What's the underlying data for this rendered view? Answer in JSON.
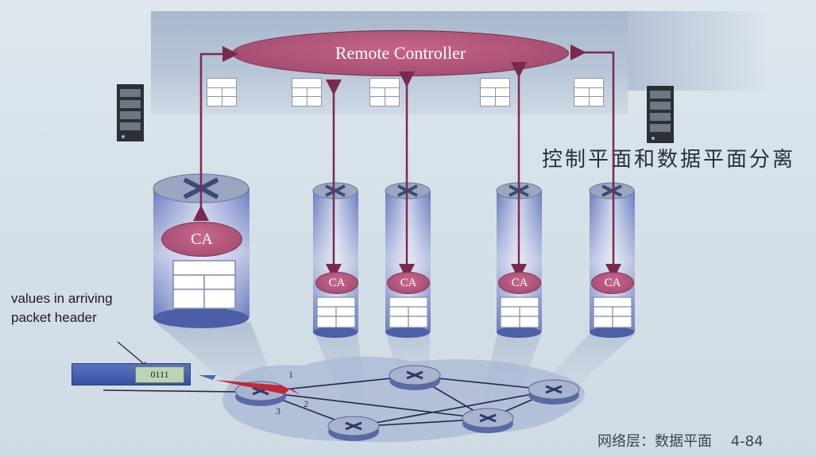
{
  "controller": {
    "label": "Remote Controller"
  },
  "agent_label": "CA",
  "caption": "控制平面和数据平面分离",
  "annotation": {
    "line1": "values in arriving",
    "line2": "packet header"
  },
  "packet": {
    "header_value": "0111"
  },
  "ports": {
    "p1": "1",
    "p2": "2",
    "p3": "3"
  },
  "footer": {
    "text": "网络层：数据平面",
    "page": "4-84"
  },
  "colors": {
    "controller": "#a84e74",
    "plane": "#a9b8ce",
    "cylinder": "#7f8fc9",
    "packet": "#3a4f9e"
  }
}
